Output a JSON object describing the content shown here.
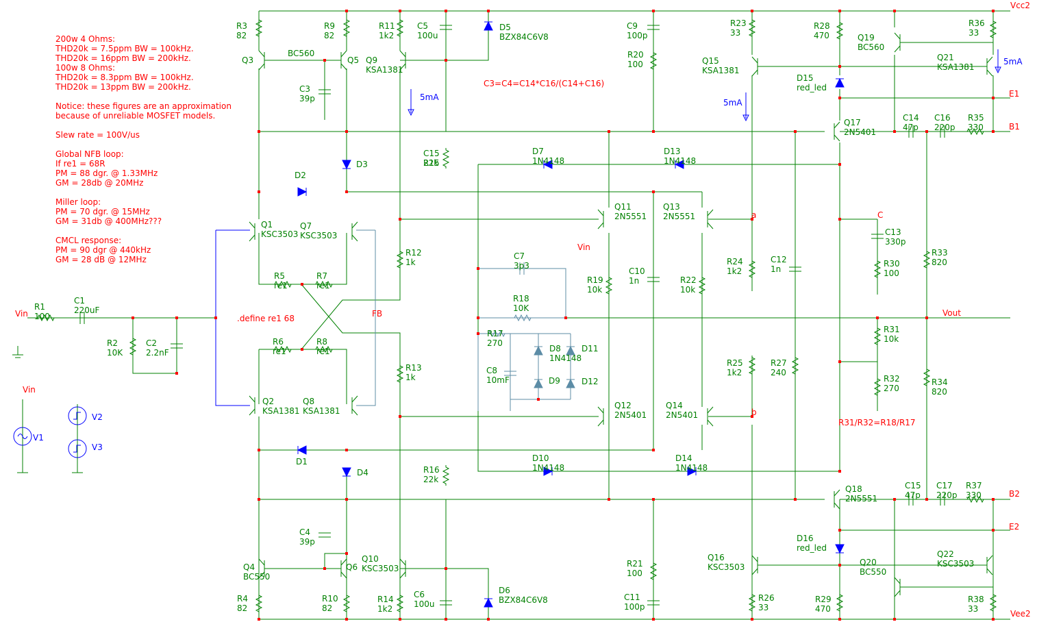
{
  "notes": [
    "200w 4 Ohms:",
    "THD20k = 7.5ppm BW = 100kHz.",
    "THD20k = 16ppm BW = 200kHz.",
    "100w 8 Ohms:",
    "THD20k = 8.3ppm BW = 100kHz.",
    "THD20k = 13ppm BW = 200kHz.",
    "",
    "Notice: these figures are an approximation",
    "because of unreliable MOSFET models.",
    "",
    "Slew rate = 100V/us",
    "",
    "Global NFB loop:",
    "If re1 = 68R",
    "PM = 88 dgr. @ 1.33MHz",
    "GM = 28db @ 20MHz",
    "",
    "Miller loop:",
    "PM = 70 dgr. @ 15MHz",
    "GM = 31db @ 400MHz???",
    "",
    "CMCL response:",
    "PM = 90 dgr @ 440kHz",
    "GM = 28 dB @ 12MHz"
  ],
  "annotations": {
    "cap_formula": "C3=C4=C14*C16/(C14+C16)",
    "res_formula": "R31/R32=R18/R17",
    "define": ".define re1 68",
    "vin_label": "Vin"
  },
  "nets": {
    "vcc": "Vcc2",
    "vee": "Vee2",
    "vout": "Vout",
    "vin": "Vin",
    "fb": "FB",
    "b1": "B1",
    "b2": "B2",
    "e1": "E1",
    "e2": "E2",
    "c": "C",
    "a": "a",
    "b": "b"
  },
  "labels": [
    [
      "R3",
      "82",
      345,
      42
    ],
    [
      "R9",
      "82",
      473,
      42
    ],
    [
      "R11",
      "1k2",
      553,
      42
    ],
    [
      "C5",
      "100u",
      609,
      42
    ],
    [
      "D5",
      "BZX84C6V8",
      729,
      44
    ],
    [
      "C9",
      "100p",
      915,
      42
    ],
    [
      "R20",
      "100",
      916,
      84
    ],
    [
      "R23",
      "33",
      1066,
      38
    ],
    [
      "R28",
      "470",
      1188,
      42
    ],
    [
      "Q19",
      "BC560",
      1252,
      59
    ],
    [
      "R36",
      "33",
      1414,
      38
    ],
    [
      "Q21",
      "KSA1381",
      1368,
      88
    ],
    [
      "Q3",
      "",
      353,
      92
    ],
    [
      "Q5",
      "",
      507,
      92
    ],
    [
      "BC560",
      "",
      420,
      82
    ],
    [
      "Q9",
      "KSA1381",
      534,
      92
    ],
    [
      "C3",
      "39p",
      437,
      134
    ],
    [
      "Q15",
      "KSA1381",
      1025,
      93
    ],
    [
      "D15",
      "red_led",
      1163,
      118
    ],
    [
      "Q17",
      "2N5401",
      1232,
      183
    ],
    [
      "C14",
      "47p",
      1318,
      176
    ],
    [
      "C16",
      "220p",
      1364,
      176
    ],
    [
      "R35",
      "330",
      1413,
      176
    ],
    [
      "D3",
      "",
      520,
      244
    ],
    [
      "D2",
      "",
      430,
      260
    ],
    [
      "D7",
      "1N4148",
      777,
      225
    ],
    [
      "D13",
      "1N4148",
      969,
      225
    ],
    [
      "C15",
      "22k",
      618,
      228
    ],
    [
      "R15",
      "",
      618,
      242
    ],
    [
      "Q1",
      "KSC3503",
      381,
      332
    ],
    [
      "Q7",
      "KSC3503",
      438,
      334
    ],
    [
      "Q11",
      "2N5551",
      897,
      306
    ],
    [
      "Q13",
      "2N5551",
      968,
      306
    ],
    [
      "C13",
      "330p",
      1292,
      343
    ],
    [
      "R30",
      "100",
      1290,
      389
    ],
    [
      "R12",
      "1k",
      592,
      373
    ],
    [
      "R24",
      "1k2",
      1061,
      386
    ],
    [
      "C12",
      "1n",
      1125,
      383
    ],
    [
      "R33",
      "820",
      1360,
      373
    ],
    [
      "C10",
      "1n",
      918,
      400
    ],
    [
      "R19",
      "10k",
      857,
      413
    ],
    [
      "R22",
      "10k",
      993,
      413
    ],
    [
      "R5",
      "re1",
      400,
      407
    ],
    [
      "R7",
      "re1",
      462,
      407
    ],
    [
      "R18",
      "10K",
      749,
      440
    ],
    [
      "C7",
      "3p3",
      750,
      378
    ],
    [
      "R31",
      "10k",
      1290,
      485
    ],
    [
      "R17",
      "270",
      711,
      491
    ],
    [
      "D8",
      "1N4148",
      802,
      513
    ],
    [
      "D11",
      "",
      849,
      513
    ],
    [
      "R6",
      "re1",
      398,
      503
    ],
    [
      "R8",
      "re1",
      462,
      503
    ],
    [
      "R2",
      "10K",
      156,
      505
    ],
    [
      "C2",
      "2.2nF",
      213,
      505
    ],
    [
      "R25",
      "1k2",
      1061,
      534
    ],
    [
      "R27",
      "240",
      1125,
      534
    ],
    [
      "R13",
      "1k",
      592,
      541
    ],
    [
      "C8",
      "10mF",
      710,
      545
    ],
    [
      "D9",
      "",
      801,
      560
    ],
    [
      "D12",
      "",
      849,
      561
    ],
    [
      "R32",
      "270",
      1290,
      557
    ],
    [
      "R34",
      "820",
      1360,
      562
    ],
    [
      "Q2",
      "KSA1381",
      383,
      590
    ],
    [
      "Q8",
      "KSA1381",
      442,
      590
    ],
    [
      "Q12",
      "2N5401",
      897,
      596
    ],
    [
      "Q14",
      "2N5401",
      972,
      596
    ],
    [
      "D1",
      "",
      432,
      678
    ],
    [
      "D4",
      "",
      521,
      694
    ],
    [
      "D10",
      "1N4148",
      777,
      673
    ],
    [
      "D14",
      "1N4148",
      986,
      673
    ],
    [
      "R16",
      "22k",
      618,
      690
    ],
    [
      "Q18",
      "2N5551",
      1234,
      718
    ],
    [
      "C15b",
      "47p",
      1321,
      713
    ],
    [
      "C17",
      "220p",
      1367,
      713
    ],
    [
      "R37",
      "330",
      1410,
      713
    ],
    [
      "C4",
      "39p",
      437,
      781
    ],
    [
      "D16",
      "red_led",
      1163,
      790
    ],
    [
      "Q16",
      "KSC3503",
      1033,
      818
    ],
    [
      "Q4",
      "BC550",
      355,
      832
    ],
    [
      "Q6",
      "",
      505,
      832
    ],
    [
      "Q10",
      "KSC3503",
      528,
      820
    ],
    [
      "R21",
      "100",
      915,
      827
    ],
    [
      "Q20",
      "BC550",
      1255,
      825
    ],
    [
      "Q22",
      "KSC3503",
      1368,
      813
    ],
    [
      "D6",
      "BZX84C6V8",
      728,
      866
    ],
    [
      "C6",
      "100u",
      604,
      872
    ],
    [
      "C11",
      "100p",
      911,
      876
    ],
    [
      "R26",
      "33",
      1107,
      877
    ],
    [
      "R29",
      "470",
      1190,
      879
    ],
    [
      "R38",
      "33",
      1413,
      879
    ],
    [
      "R14",
      "1k2",
      551,
      879
    ],
    [
      "R10",
      "82",
      470,
      878
    ],
    [
      "R4",
      "82",
      346,
      878
    ],
    [
      "R1",
      "100",
      50,
      452
    ],
    [
      "C1",
      "220uF",
      108,
      443
    ]
  ],
  "current_labels": [
    "5mA",
    "5mA",
    "5mA"
  ],
  "sources": [
    "V1",
    "V2",
    "V3"
  ],
  "colors": {
    "wire": "#008000",
    "feedback": "#0000ff",
    "disabled": "#5c8ca6",
    "text_red": "#ff0000"
  }
}
